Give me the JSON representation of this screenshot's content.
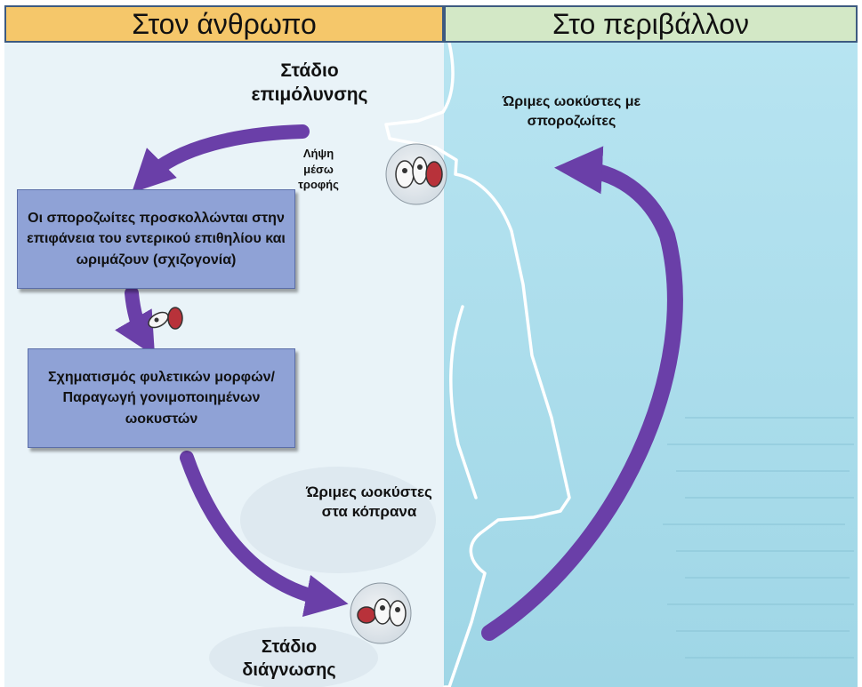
{
  "headers": {
    "human": "Στον άνθρωπο",
    "environment": "Στο περιβάλλον"
  },
  "labels": {
    "infection_stage": "Στάδιο επιμόλυνσης",
    "ingestion": "Λήψη μέσω τροφής",
    "mature_oocysts_env": "Ώριμες ωοκύστες με σποροζωίτες",
    "mature_oocysts_stool": "Ώριμες ωοκύστες στα κόπρανα",
    "diagnosis_stage": "Στάδιο διάγνωσης"
  },
  "boxes": {
    "schizogony": "Οι σποροζωίτες προσκολλώνται στην επιφάνεια του εντερικού επιθηλίου και ωριμάζουν (σχιζογονία)",
    "sexual_forms": "Σχηματισμός φυλετικών μορφών/Παραγωγή γονιμοποιημένων ωοκυστών"
  },
  "colors": {
    "arrow": "#6a3fa8",
    "box_fill": "#8fa2d6",
    "human_bg": "#e9f3f8",
    "env_bg": "#a8dceb",
    "header_left": "#f5c76a",
    "header_right": "#d3e8c6"
  }
}
